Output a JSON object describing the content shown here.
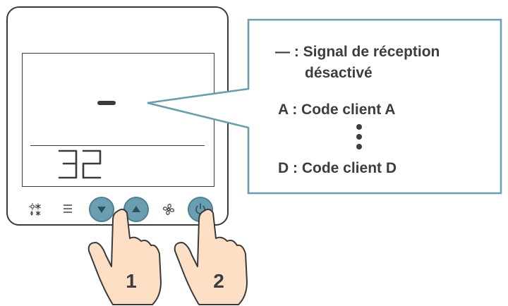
{
  "display": {
    "segment_value": "32"
  },
  "legend": {
    "signal_symbol": "—",
    "signal_text_line1": ": Signal de réception",
    "signal_text_line2": "désactivé",
    "code_a": "A : Code client A",
    "code_d": "D : Code client D"
  },
  "hands": {
    "step1": "1",
    "step2": "2"
  },
  "colors": {
    "button_fill": "#6b9eb0",
    "callout_border": "#6b9eb0",
    "hand_fill": "#fcdfc4",
    "outline": "#3a3a3a"
  },
  "icons": {
    "mode": "mode-icon",
    "menu": "menu-icon",
    "down": "down-arrow-icon",
    "up": "up-arrow-icon",
    "fan": "fan-icon",
    "power": "power-icon"
  }
}
